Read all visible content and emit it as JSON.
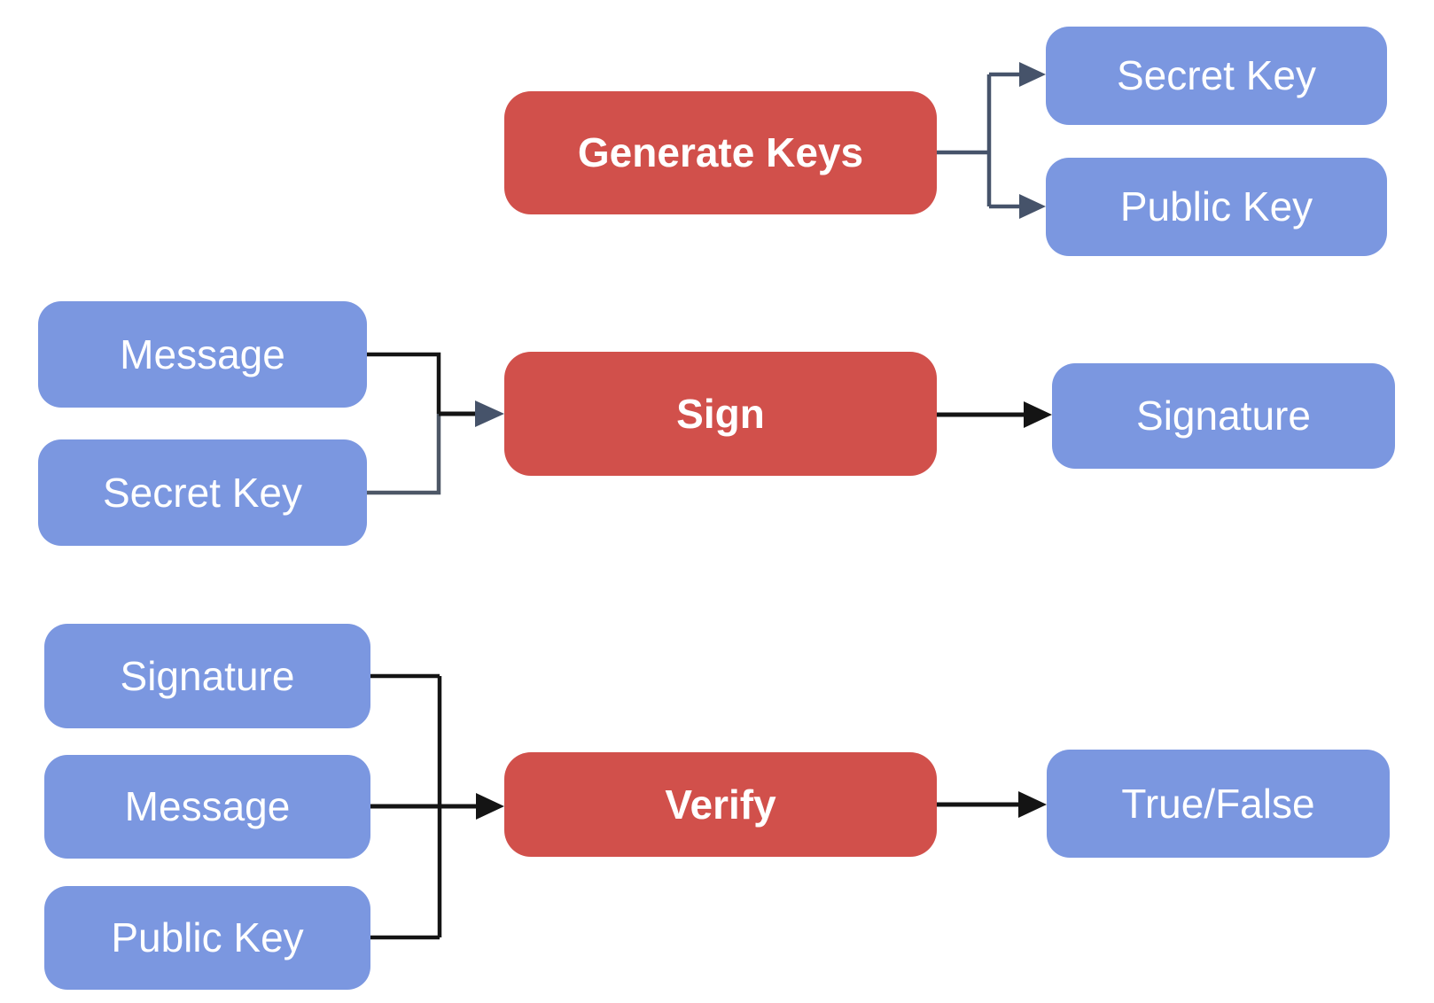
{
  "diagram": {
    "background": "#ffffff",
    "colors": {
      "process_fill": "#d1504b",
      "data_fill": "#7b97e0",
      "label_text": "#ffffff",
      "connector_slate": "#46536a",
      "connector_black": "#141414"
    },
    "nodes": {
      "generate_keys": {
        "label": "Generate Keys",
        "type": "process"
      },
      "secret_key_output": {
        "label": "Secret Key",
        "type": "data"
      },
      "public_key_output": {
        "label": "Public Key",
        "type": "data"
      },
      "message_sign_input": {
        "label": "Message",
        "type": "data"
      },
      "secret_key_sign_input": {
        "label": "Secret Key",
        "type": "data"
      },
      "sign": {
        "label": "Sign",
        "type": "process"
      },
      "signature_output": {
        "label": "Signature",
        "type": "data"
      },
      "signature_verify_input": {
        "label": "Signature",
        "type": "data"
      },
      "message_verify_input": {
        "label": "Message",
        "type": "data"
      },
      "public_key_verify_input": {
        "label": "Public Key",
        "type": "data"
      },
      "verify": {
        "label": "Verify",
        "type": "process"
      },
      "true_false_output": {
        "label": "True/False",
        "type": "data"
      }
    },
    "edges": [
      {
        "from": "generate_keys",
        "to": "secret_key_output"
      },
      {
        "from": "generate_keys",
        "to": "public_key_output"
      },
      {
        "from": "message_sign_input",
        "to": "sign"
      },
      {
        "from": "secret_key_sign_input",
        "to": "sign"
      },
      {
        "from": "sign",
        "to": "signature_output"
      },
      {
        "from": "signature_verify_input",
        "to": "verify"
      },
      {
        "from": "message_verify_input",
        "to": "verify"
      },
      {
        "from": "public_key_verify_input",
        "to": "verify"
      },
      {
        "from": "verify",
        "to": "true_false_output"
      }
    ]
  }
}
